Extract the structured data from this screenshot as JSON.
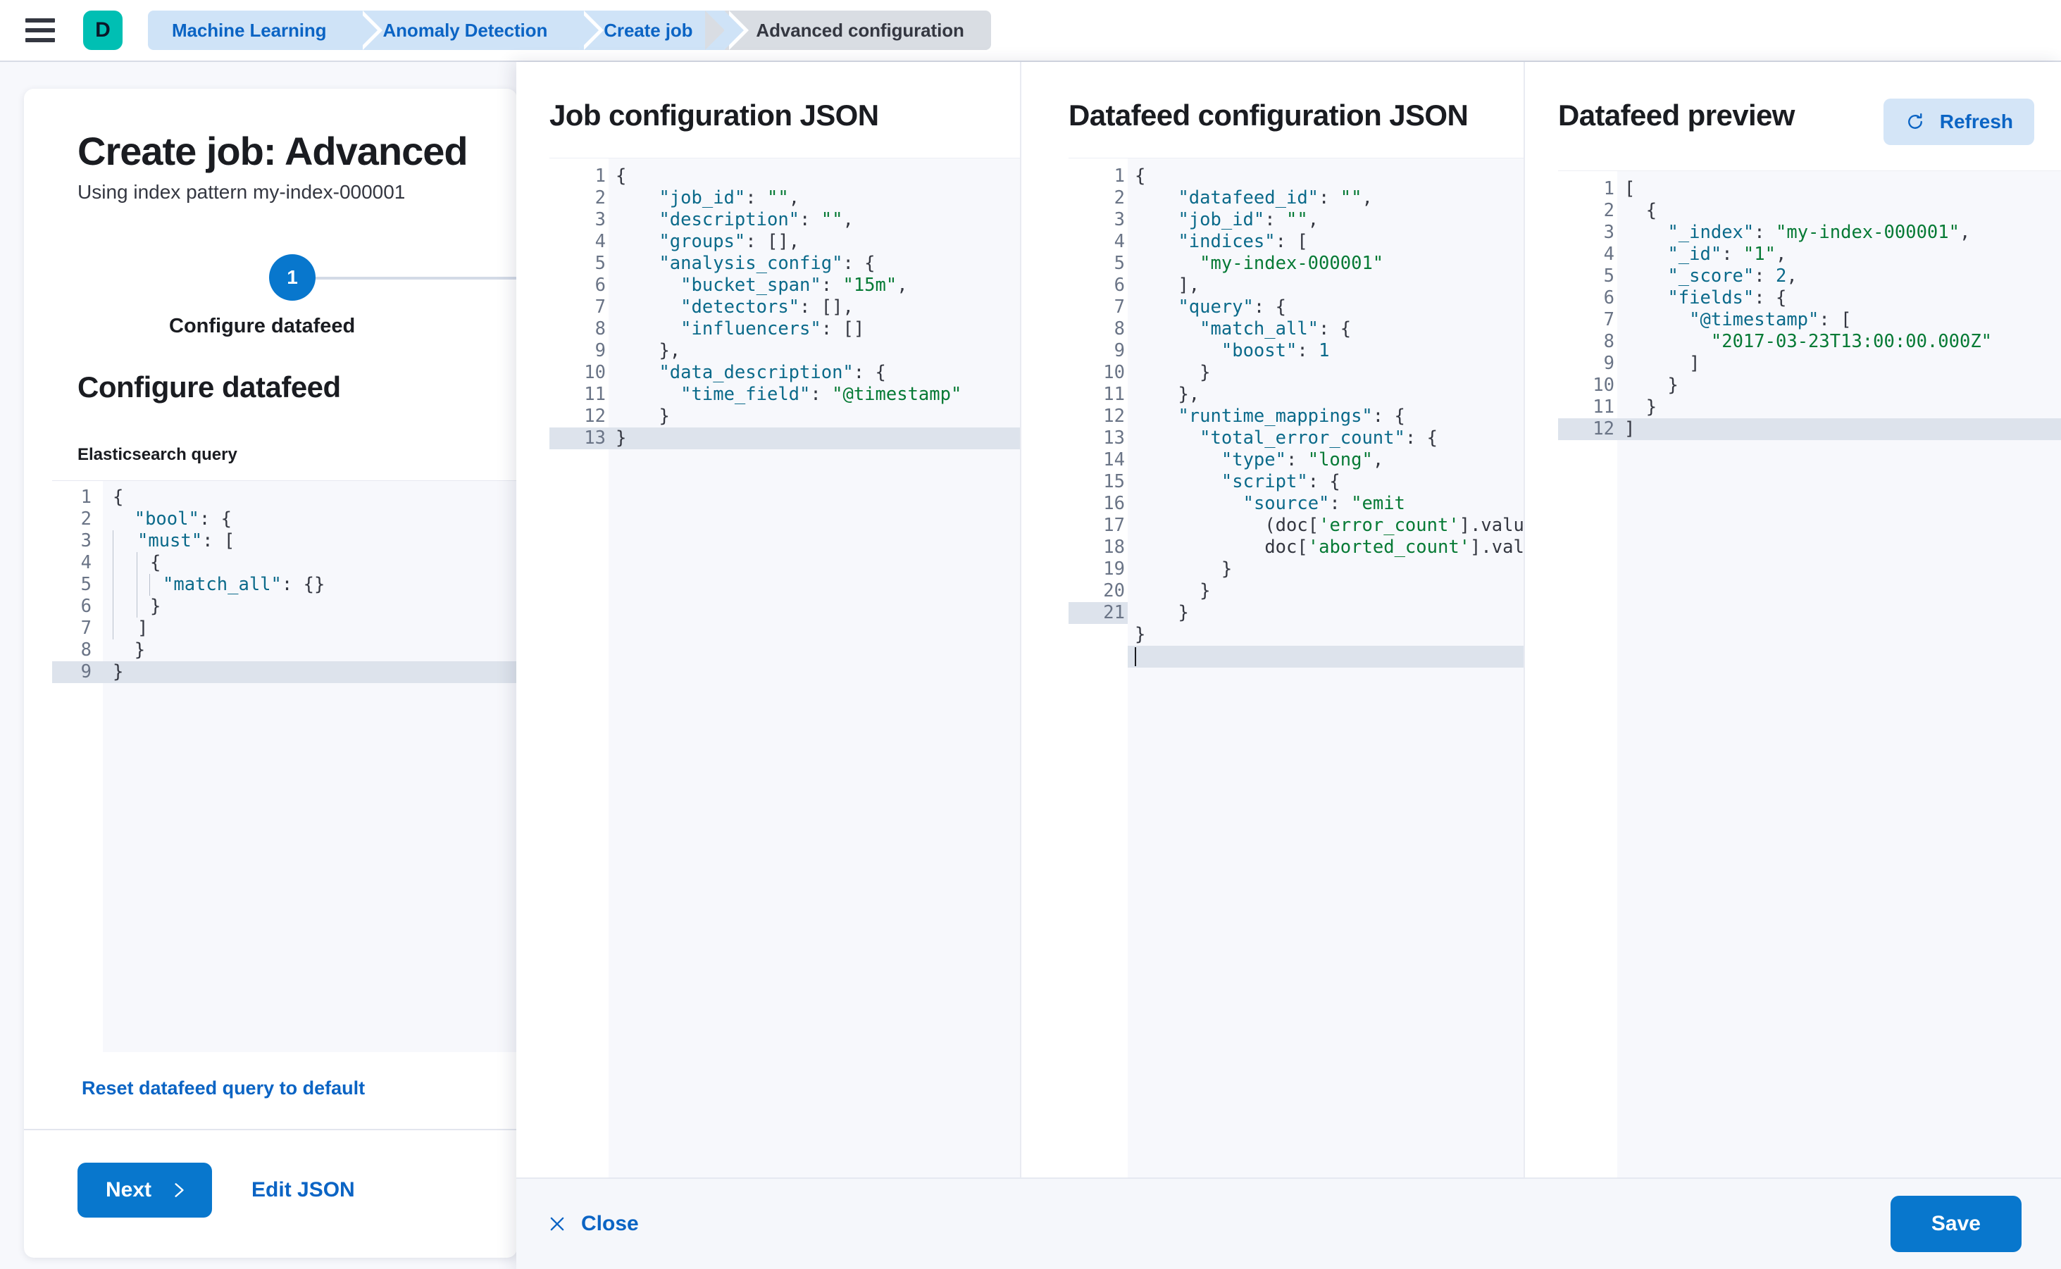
{
  "chrome": {
    "menu_icon": "hamburger-menu-icon",
    "space_avatar": "D",
    "breadcrumbs": [
      {
        "label": "Machine Learning",
        "active": false
      },
      {
        "label": "Anomaly Detection",
        "active": false
      },
      {
        "label": "Create job",
        "active": false
      },
      {
        "label": "Advanced configuration",
        "active": true
      }
    ]
  },
  "wizard": {
    "title": "Create job: Advanced",
    "subtitle": "Using index pattern my-index-000001",
    "step_number": "1",
    "step_label": "Configure datafeed",
    "section_title": "Configure datafeed",
    "field_label": "Elasticsearch query",
    "reset_link": "Reset datafeed query to default",
    "next_label": "Next",
    "next_icon": "chevron-right-icon",
    "edit_json_label": "Edit JSON",
    "query_editor": {
      "lines": [
        {
          "num": "1",
          "fold": true,
          "guides": 0,
          "text": "{"
        },
        {
          "num": "2",
          "fold": true,
          "guides": 0,
          "text": "  \"bool\": {"
        },
        {
          "num": "3",
          "fold": true,
          "guides": 1,
          "text": "\"must\": ["
        },
        {
          "num": "4",
          "fold": true,
          "guides": 2,
          "text": "{"
        },
        {
          "num": "5",
          "fold": false,
          "guides": 3,
          "text": "\"match_all\": {}"
        },
        {
          "num": "6",
          "fold": false,
          "guides": 2,
          "text": "}"
        },
        {
          "num": "7",
          "fold": false,
          "guides": 1,
          "text": "]"
        },
        {
          "num": "8",
          "fold": false,
          "guides": 0,
          "text": "  }"
        },
        {
          "num": "9",
          "fold": false,
          "guides": 0,
          "text": "}",
          "active": true
        }
      ]
    }
  },
  "flyout": {
    "columns": [
      {
        "id": "job-configuration",
        "title": "Job configuration JSON",
        "has_refresh": false,
        "lines": [
          {
            "num": "1",
            "fold": true,
            "text": "{"
          },
          {
            "num": "2",
            "fold": false,
            "text": "    \"job_id\": \"\","
          },
          {
            "num": "3",
            "fold": false,
            "text": "    \"description\": \"\","
          },
          {
            "num": "4",
            "fold": false,
            "text": "    \"groups\": [],"
          },
          {
            "num": "5",
            "fold": true,
            "text": "    \"analysis_config\": {"
          },
          {
            "num": "6",
            "fold": false,
            "text": "      \"bucket_span\": \"15m\","
          },
          {
            "num": "7",
            "fold": false,
            "text": "      \"detectors\": [],"
          },
          {
            "num": "8",
            "fold": false,
            "text": "      \"influencers\": []"
          },
          {
            "num": "9",
            "fold": false,
            "text": "    },"
          },
          {
            "num": "10",
            "fold": true,
            "text": "    \"data_description\": {"
          },
          {
            "num": "11",
            "fold": false,
            "text": "      \"time_field\": \"@timestamp\""
          },
          {
            "num": "12",
            "fold": false,
            "text": "    }"
          },
          {
            "num": "13",
            "fold": false,
            "text": "}",
            "active": true
          }
        ]
      },
      {
        "id": "datafeed-configuration",
        "title": "Datafeed configuration JSON",
        "has_refresh": false,
        "lines": [
          {
            "num": "1",
            "fold": true,
            "text": "{"
          },
          {
            "num": "2",
            "fold": false,
            "text": "    \"datafeed_id\": \"\","
          },
          {
            "num": "3",
            "fold": false,
            "text": "    \"job_id\": \"\","
          },
          {
            "num": "4",
            "fold": true,
            "text": "    \"indices\": ["
          },
          {
            "num": "5",
            "fold": false,
            "text": "      \"my-index-000001\""
          },
          {
            "num": "6",
            "fold": false,
            "text": "    ],"
          },
          {
            "num": "7",
            "fold": true,
            "text": "    \"query\": {"
          },
          {
            "num": "8",
            "fold": true,
            "text": "      \"match_all\": {"
          },
          {
            "num": "9",
            "fold": false,
            "text": "        \"boost\": 1"
          },
          {
            "num": "10",
            "fold": false,
            "text": "      }"
          },
          {
            "num": "11",
            "fold": false,
            "text": "    },"
          },
          {
            "num": "12",
            "fold": true,
            "text": "    \"runtime_mappings\": {"
          },
          {
            "num": "13",
            "fold": true,
            "text": "      \"total_error_count\": {"
          },
          {
            "num": "14",
            "fold": false,
            "text": "        \"type\": \"long\","
          },
          {
            "num": "15",
            "fold": true,
            "text": "        \"script\": {"
          },
          {
            "num": "16",
            "fold": false,
            "text": "          \"source\": \"emit\n            (doc['error_count'].value +\n            doc['aborted_count'].value)\""
          },
          {
            "num": "17",
            "fold": false,
            "text": "        }"
          },
          {
            "num": "18",
            "fold": false,
            "text": "      }"
          },
          {
            "num": "19",
            "fold": false,
            "text": "    }"
          },
          {
            "num": "20",
            "fold": false,
            "text": "}"
          },
          {
            "num": "21",
            "fold": false,
            "text": "",
            "active": true,
            "caret": true
          }
        ]
      },
      {
        "id": "datafeed-preview",
        "title": "Datafeed preview",
        "has_refresh": true,
        "refresh_label": "Refresh",
        "refresh_icon": "refresh-icon",
        "lines": [
          {
            "num": "1",
            "fold": true,
            "text": "["
          },
          {
            "num": "2",
            "fold": true,
            "text": "  {"
          },
          {
            "num": "3",
            "fold": false,
            "text": "    \"_index\": \"my-index-000001\","
          },
          {
            "num": "4",
            "fold": false,
            "text": "    \"_id\": \"1\","
          },
          {
            "num": "5",
            "fold": false,
            "text": "    \"_score\": 2,"
          },
          {
            "num": "6",
            "fold": true,
            "text": "    \"fields\": {"
          },
          {
            "num": "7",
            "fold": true,
            "text": "      \"@timestamp\": ["
          },
          {
            "num": "8",
            "fold": false,
            "text": "        \"2017-03-23T13:00:00.000Z\""
          },
          {
            "num": "9",
            "fold": false,
            "text": "      ]"
          },
          {
            "num": "10",
            "fold": false,
            "text": "    }"
          },
          {
            "num": "11",
            "fold": false,
            "text": "  }"
          },
          {
            "num": "12",
            "fold": false,
            "text": "]",
            "active": true
          }
        ]
      }
    ],
    "footer": {
      "close_label": "Close",
      "close_icon": "close-x-icon",
      "save_label": "Save"
    }
  },
  "colors": {
    "primary": "#0877cd",
    "link": "#0b64c4",
    "accent_teal": "#00bfb3",
    "string": "#067a35",
    "key": "#0b6a8a"
  }
}
